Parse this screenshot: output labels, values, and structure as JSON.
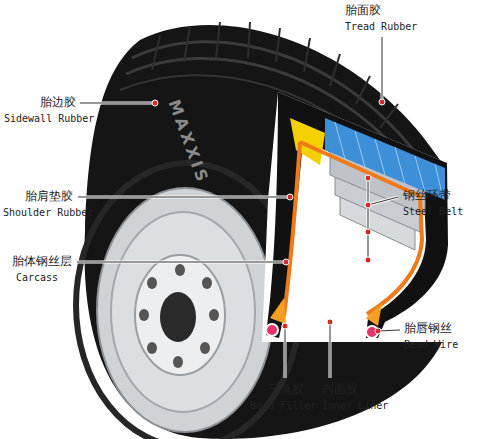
{
  "diagram": {
    "labels": [
      "胎面胶",
      "Tread Rubber",
      "胎边胶",
      "Sidewall Rubber",
      "MAXXIS",
      "胎肩垫胶",
      "Shoulder Rubber",
      "胎体钢丝层",
      "Carcass",
      "钢丝环带",
      "Steel Belt",
      "胎唇钢丝",
      "Bead Wire",
      "三角胶",
      "Bead Filler",
      "内面胶",
      "Inner Liner"
    ]
  }
}
